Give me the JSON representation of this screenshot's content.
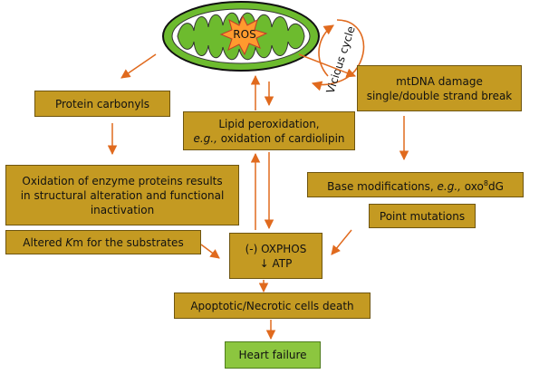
{
  "mito": {
    "ros": "ROS",
    "cycle": "Vicious cycle"
  },
  "boxes": {
    "protein_carbonyls": "Protein carbonyls",
    "lipid": {
      "line1": "Lipid peroxidation,",
      "eg": "e.g.,",
      "rest": " oxidation of cardiolipin"
    },
    "mtdna": {
      "line1": "mtDNA damage",
      "line2": "single/double strand break"
    },
    "oxidation": {
      "line1": "Oxidation of enzyme proteins results",
      "line2": "in structural alteration and  functional",
      "line3": "inactivation"
    },
    "base": {
      "pre": "Base modifications, ",
      "eg": "e.g.,",
      "mid": " oxo",
      "sup": "8",
      "post": "dG"
    },
    "point": "Point mutations",
    "km": {
      "pre": "Altered ",
      "k": "K",
      "m": "m",
      "post": " for the substrates"
    },
    "oxphos": {
      "line1": "(-) OXPHOS",
      "line2": "↓ ATP"
    },
    "apoptotic": "Apoptotic/Necrotic cells death",
    "heart": "Heart failure"
  },
  "colors": {
    "box": "#c49a22",
    "heart": "#8cc63f",
    "arrow": "#e06a1e",
    "mito_outer": "#6dbb2e",
    "ros": "#ff9a2e"
  }
}
